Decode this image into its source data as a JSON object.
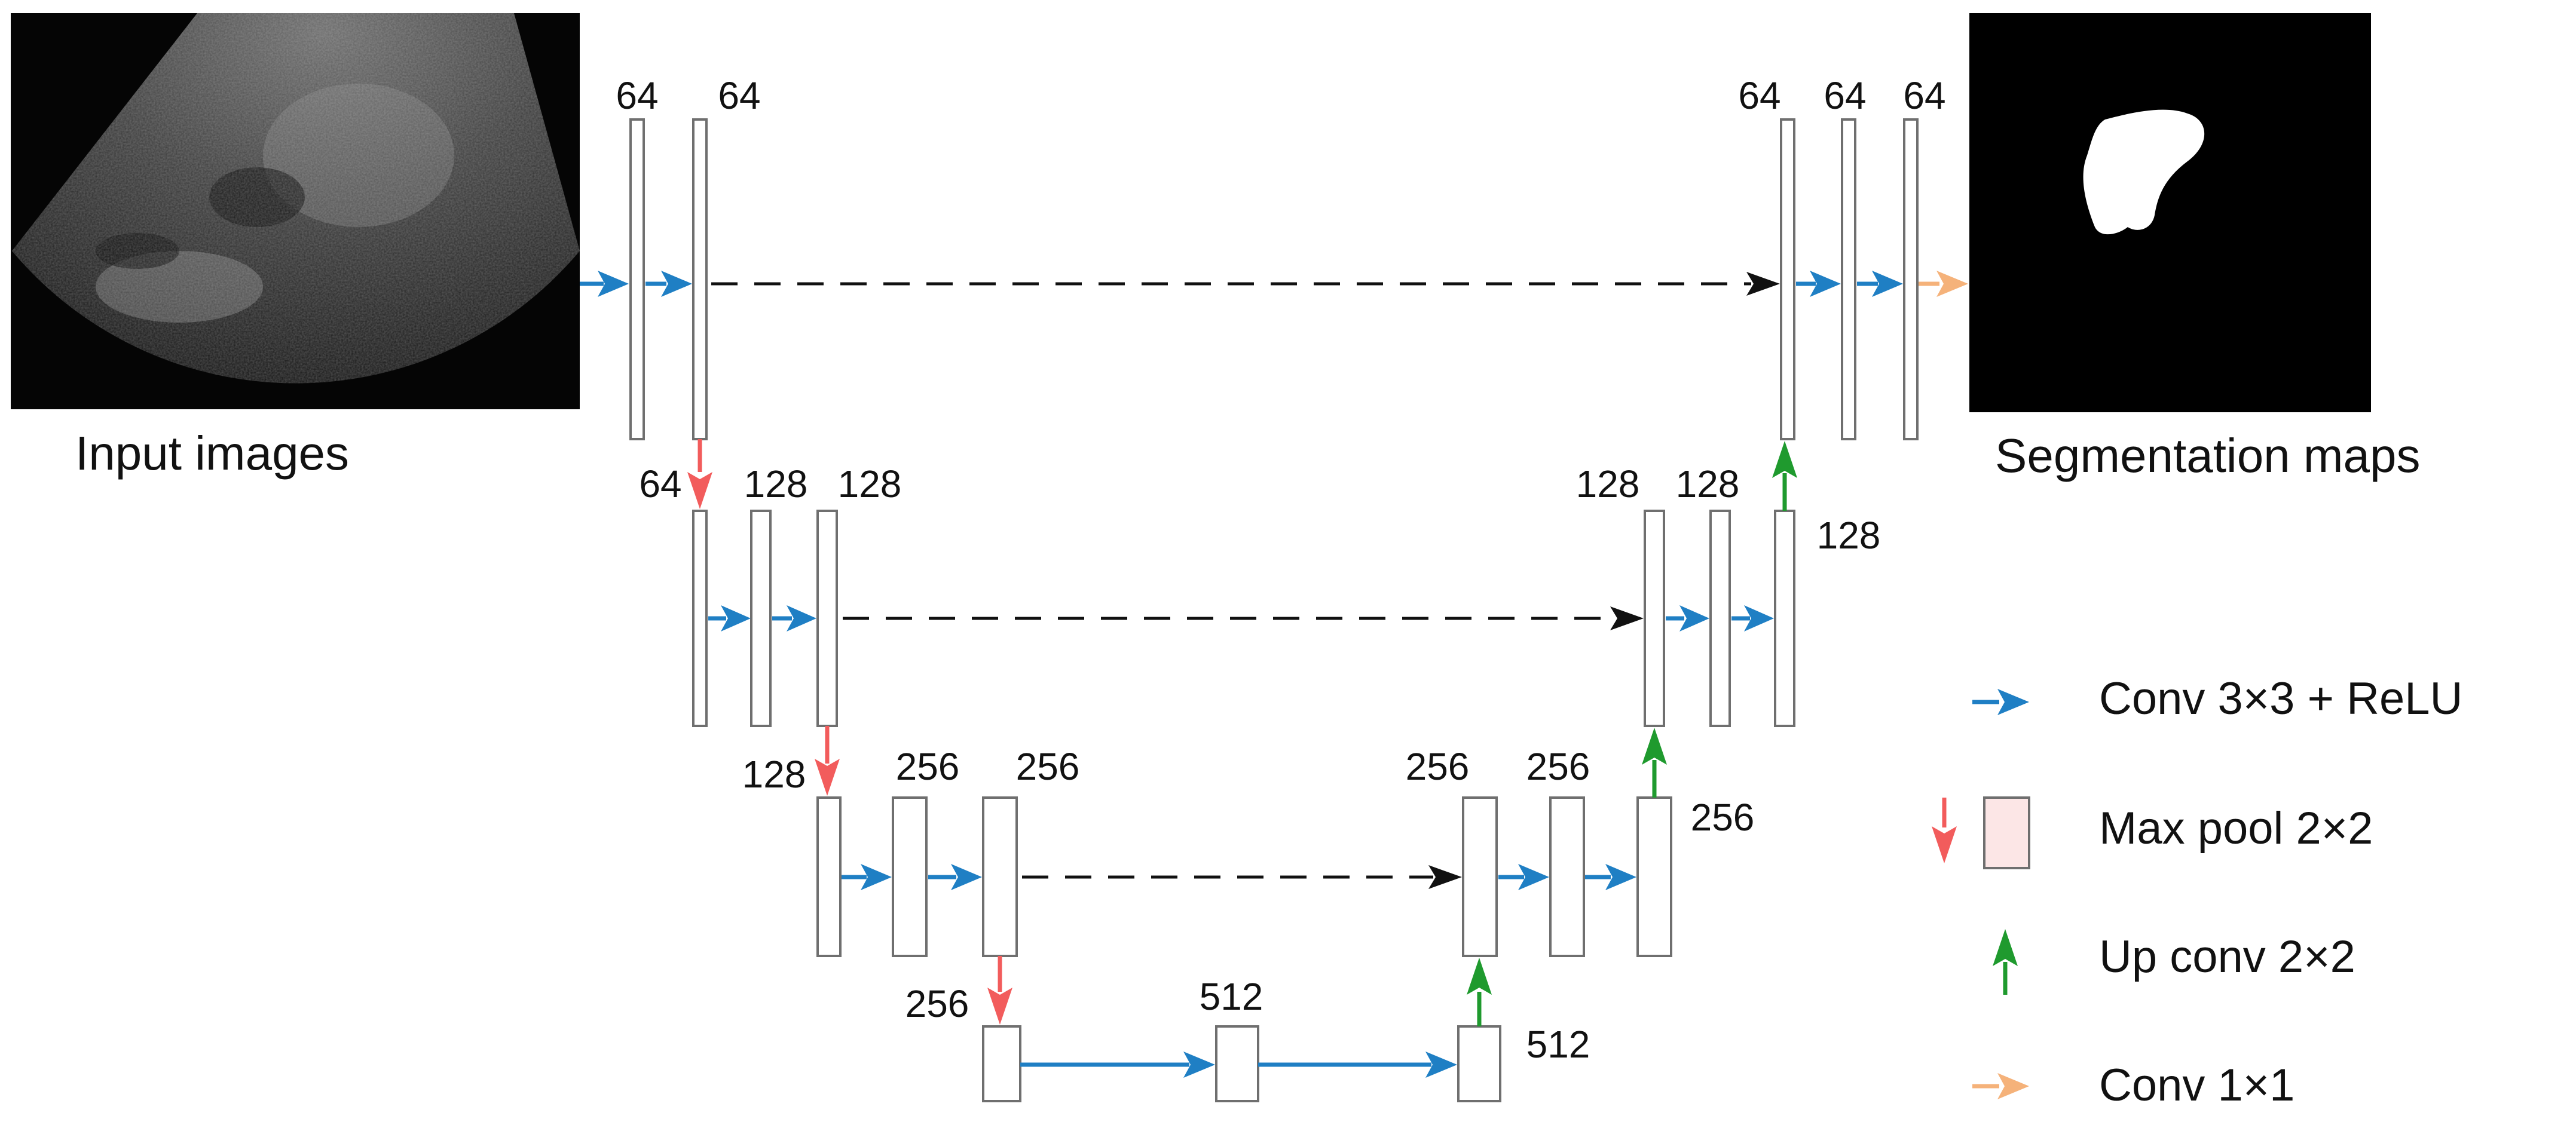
{
  "captions": {
    "input": "Input images",
    "output": "Segmentation maps"
  },
  "channel_labels": {
    "enc1_a": "64",
    "enc1_b": "64",
    "enc2_in": "64",
    "enc2_a": "128",
    "enc2_b": "128",
    "enc3_in": "128",
    "enc3_a": "256",
    "enc3_b": "256",
    "bott_in": "256",
    "bott_mid": "512",
    "bott_out": "512",
    "dec3_up": "256",
    "dec3_a": "256",
    "dec3_b": "256",
    "dec2_up": "128",
    "dec2_a": "128",
    "dec2_b": "128",
    "dec1_a": "64",
    "dec1_b": "64",
    "dec1_c": "64"
  },
  "legend": {
    "conv": "Conv 3×3 + ReLU",
    "pool": "Max pool 2×2",
    "upconv": "Up conv 2×2",
    "conv1x1": "Conv 1×1"
  },
  "colors": {
    "conv": "#1f7fc4",
    "pool": "#f25c5c",
    "upconv": "#1f9a2e",
    "conv1x1": "#f5b27a",
    "skip": "#111111",
    "box_stroke": "#6f6f6f",
    "pool_legend_fill": "#fce6e6"
  },
  "icons": {
    "input": "ultrasound-scan-image",
    "output": "binary-liver-mask-image"
  }
}
